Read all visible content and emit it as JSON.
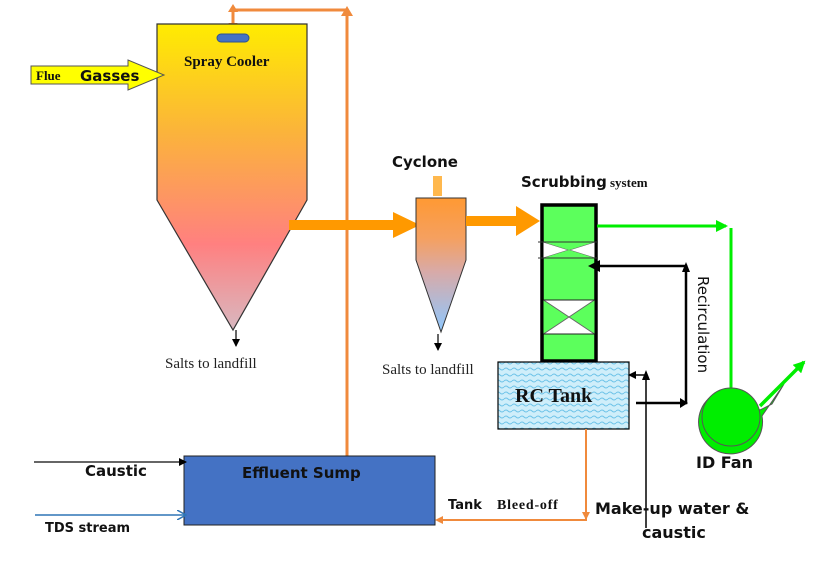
{
  "labels": {
    "flue_gasses_part1": "Flue",
    "flue_gasses_part2": "Gasses",
    "spray_cooler": "Spray Cooler",
    "cyclone": "Cyclone",
    "scrubbing_part1": "Scrubbing",
    "scrubbing_part2": "system",
    "salts_landfill_1": "Salts to landfill",
    "salts_landfill_2": "Salts to landfill",
    "rc_tank": "RC Tank",
    "recirculation": "Recirculation",
    "id_fan": "ID Fan",
    "caustic": "Caustic",
    "tds_stream": "TDS stream",
    "effluent_sump": "Effluent Sump",
    "tank_bleed_part1": "Tank",
    "tank_bleed_part2": "Bleed-off",
    "makeup_line1": "Make-up water &",
    "makeup_line2": "caustic"
  },
  "colors": {
    "gas_flow": "#ff9900",
    "water_line": "#f08a3c",
    "clean_gas": "#00ee00",
    "scrubber_fill": "#5cff5c",
    "sump_fill": "#4472c4",
    "tds_line": "#2e75b6",
    "tank_fill": "#bfe6f7",
    "flue_arrow": "#ffff00"
  }
}
